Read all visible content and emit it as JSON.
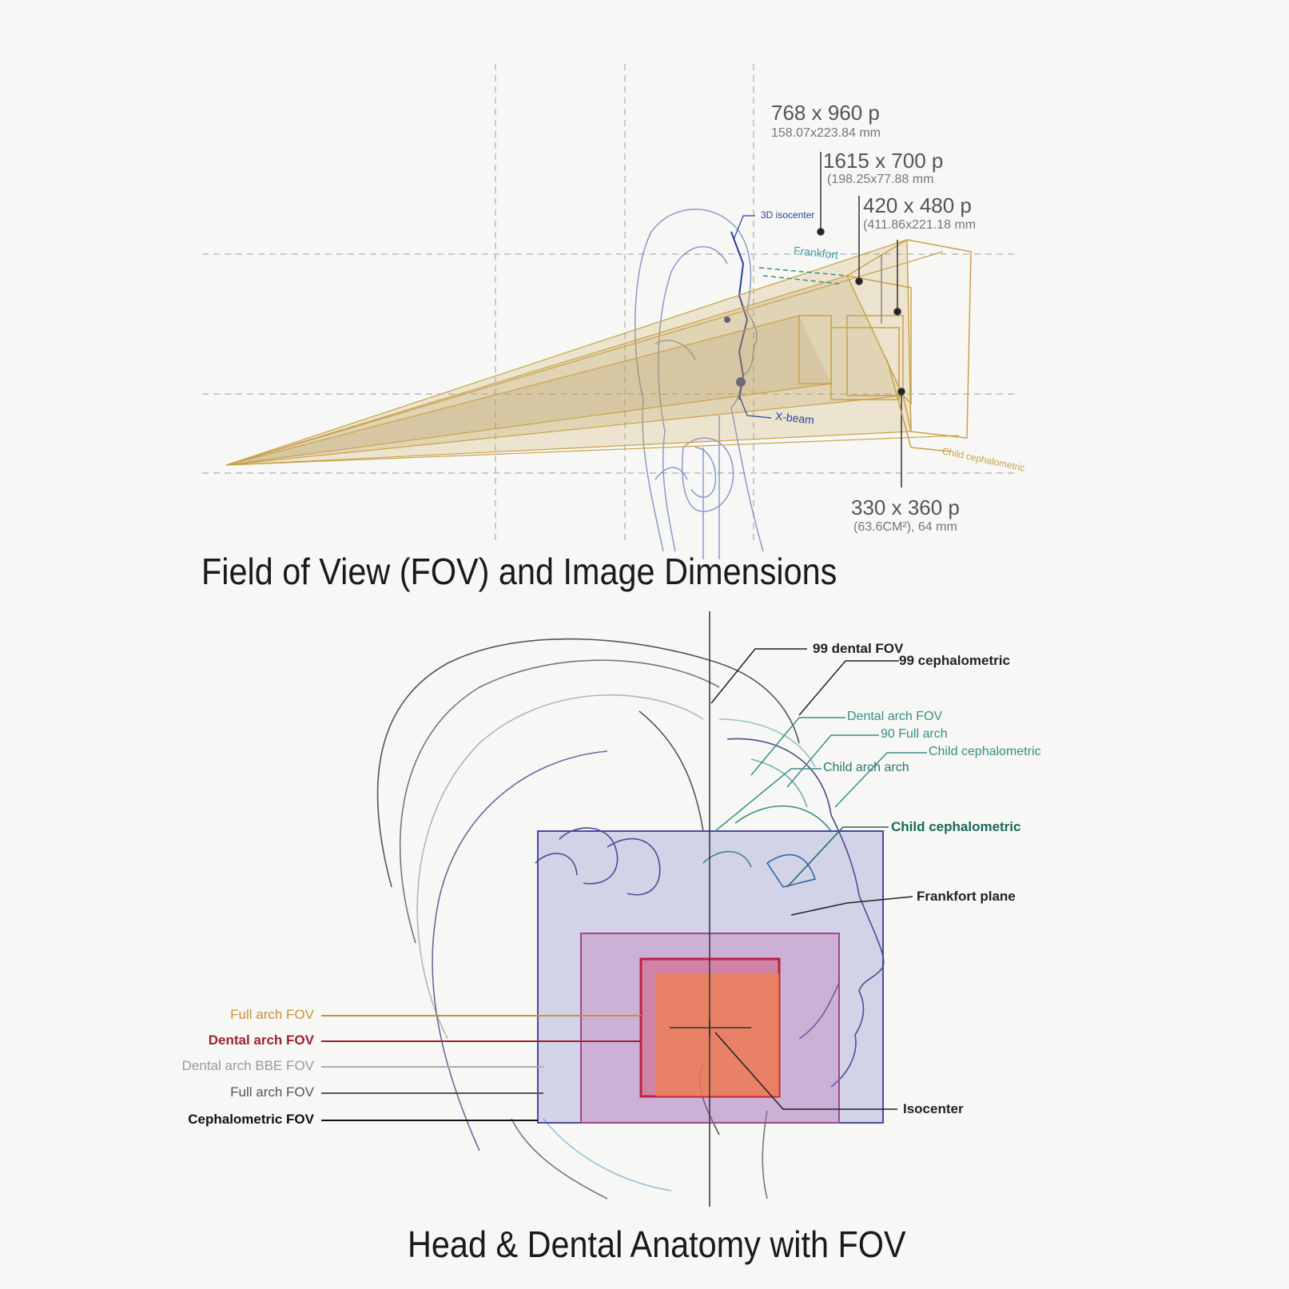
{
  "top": {
    "title": "Field of View (FOV) and Image Dimensions",
    "dims": [
      {
        "main": "768 x 960 p",
        "sub": "158.07x223.84 mm"
      },
      {
        "main": "1615 x 700 p",
        "sub": "(198.25x77.88 mm"
      },
      {
        "main": "420 x 480 p",
        "sub": "(411.86x221.18 mm"
      },
      {
        "main": "330 x 360 p",
        "sub": "(63.6CM²), 64 mm"
      }
    ],
    "annotations": {
      "isocenter": "3D isocenter",
      "frankfort": "Frankfort",
      "beam": "X-beam",
      "child": "Child cephalometric"
    }
  },
  "bottom": {
    "title": "Head & Dental Anatomy with FOV",
    "right_labels": {
      "dental_fov": "99 dental FOV",
      "cephalometric": "99 cephalometric",
      "dental_arch_fov": "Dental arch FOV",
      "full_arch_90": "90 Full arch",
      "child_ceph_1": "Child cephalometric",
      "child_arch": "Child arch arch",
      "child_ceph_2": "Child cephalometric",
      "frankfort_plane": "Frankfort plane",
      "isocenter": "Isocenter"
    },
    "left_labels": [
      {
        "text": "Full arch FOV",
        "color": "#c9913a"
      },
      {
        "text": "Dental arch FOV",
        "color": "#9a2430"
      },
      {
        "text": "Dental arch BBE FOV",
        "color": "#9a9a9a"
      },
      {
        "text": "Full arch FOV",
        "color": "#555555"
      },
      {
        "text": "Cephalometric FOV",
        "color": "#111111"
      }
    ]
  },
  "colors": {
    "beam": "#c9a24a",
    "sketch": "#3a5aa0",
    "teal": "#3a8f86",
    "ceph_box": "#4a4aa0",
    "dental_box": "#c0392b"
  }
}
